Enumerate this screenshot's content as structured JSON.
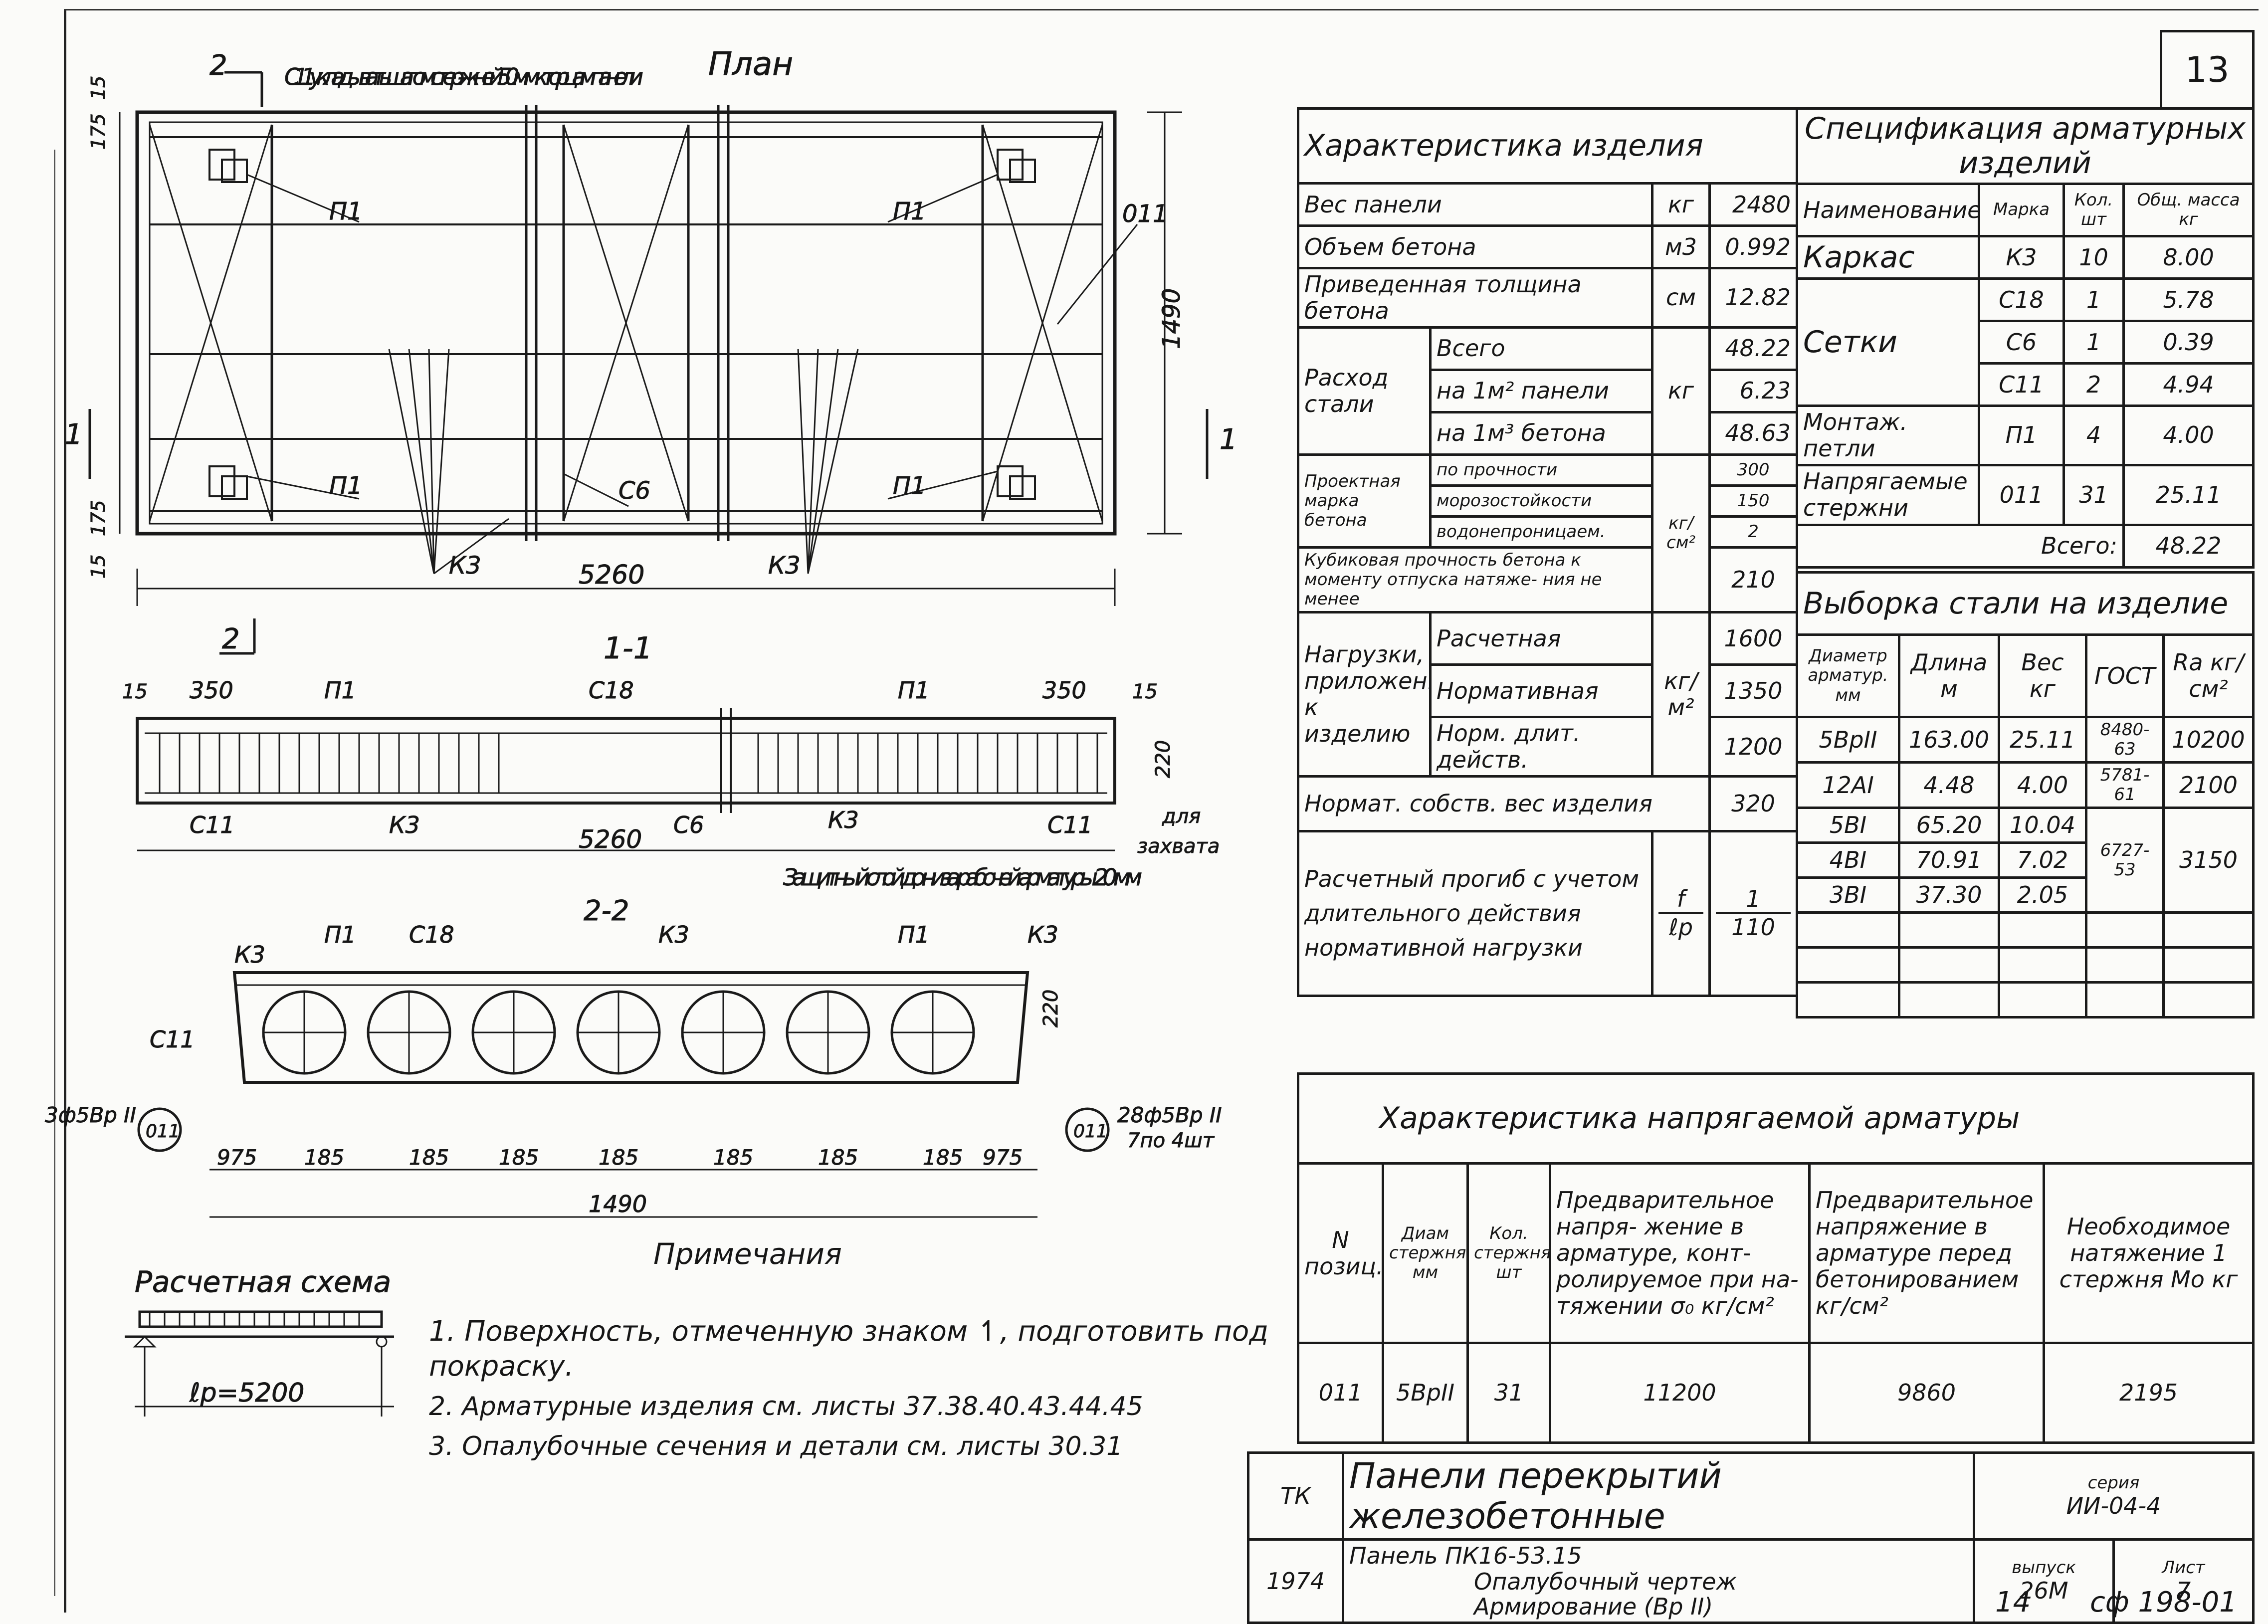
{
  "sheet": {
    "sheet_no": "13",
    "page_no": "14",
    "code": "сф 198-01"
  },
  "drawings": {
    "plan_title": "План",
    "plan_note": "С11 укладывать шагом стер- жней 50мм. к торцам панели",
    "section_label_1": "1",
    "section_label_2": "2",
    "dims": {
      "d15": "15",
      "d175": "175",
      "d1490": "1490",
      "d5260": "5260",
      "d350": "350",
      "d220": "220",
      "d185": "185",
      "d975": "975"
    },
    "marks": {
      "p1": "П1",
      "c6": "С6",
      "c11": "С11",
      "c18": "С18",
      "k3": "К3",
      "o11": "011"
    },
    "section_11": "1-1",
    "section_22": "2-2",
    "protect_note": "Защитный слой до низа рабочей арматуры 20 мм",
    "grip_note_1": "для",
    "grip_note_2": "захвата",
    "rebar_left": "3ф5Вр II",
    "rebar_right": "28ф5Вр II",
    "rebar_right_sub": "7по 4шт",
    "scheme_title": "Расчетная схема",
    "scheme_span": "ℓp=5200"
  },
  "notes": {
    "title": "Примечания",
    "items": [
      "1. Поверхность, отмеченную знаком ↿, подготовить под покраску.",
      "2. Арматурные изделия см. листы 37.38.40.43.44.45",
      "3. Опалубочные сечения и детали см. листы 30.31"
    ]
  },
  "characteristics": {
    "title": "Характеристика изделия",
    "rows": [
      {
        "name": "Вес панели",
        "unit": "кг",
        "value": "2480"
      },
      {
        "name": "Объем бетона",
        "unit": "м3",
        "value": "0.992"
      },
      {
        "name": "Приведенная толщина бетона",
        "unit": "см",
        "value": "12.82"
      }
    ],
    "steel": {
      "label": "Расход стали",
      "unit": "кг",
      "rows": [
        {
          "name": "Всего",
          "value": "48.22"
        },
        {
          "name": "на 1м² панели",
          "value": "6.23"
        },
        {
          "name": "на 1м³ бетона",
          "value": "48.63"
        }
      ]
    },
    "grade": {
      "label": "Проектная марка бетона",
      "unit": "кг/см²",
      "rows": [
        {
          "name": "по прочности",
          "value": "300"
        },
        {
          "name": "морозостойкости",
          "value": "150"
        },
        {
          "name": "водонепроницаем.",
          "value": "2"
        }
      ]
    },
    "cube": {
      "label": "Кубиковая прочность бетона к моменту отпуска натяже- ния не менее",
      "value": "210"
    },
    "loads": {
      "label": "Нагрузки, приложен. к изделию",
      "unit": "кг/м²",
      "rows": [
        {
          "name": "Расчетная",
          "value": "1600"
        },
        {
          "name": "Нормативная",
          "value": "1350"
        },
        {
          "name": "Норм. длит. действ.",
          "value": "1200"
        }
      ]
    },
    "self_weight": {
      "label": "Нормат. собств. вес изделия",
      "value": "320"
    },
    "deflection": {
      "label": "Расчетный прогиб с учетом длительного действия нормативной нагрузки",
      "unit_top": "f",
      "unit_bot": "ℓp",
      "value_top": "1",
      "value_bot": "110"
    }
  },
  "spec": {
    "title": "Спецификация арматурных изделий",
    "headers": [
      "Наименование",
      "Марка",
      "Кол. шт",
      "Общ. масса кг"
    ],
    "rows": [
      {
        "name": "Каркас",
        "mark": "К3",
        "qty": "10",
        "mass": "8.00"
      },
      {
        "name": "Сетки",
        "mark": "С18",
        "qty": "1",
        "mass": "5.78"
      },
      {
        "name": "",
        "mark": "С6",
        "qty": "1",
        "mass": "0.39"
      },
      {
        "name": "",
        "mark": "С11",
        "qty": "2",
        "mass": "4.94"
      },
      {
        "name": "Монтаж. петли",
        "mark": "П1",
        "qty": "4",
        "mass": "4.00"
      },
      {
        "name": "Напрягаемые стержни",
        "mark": "011",
        "qty": "31",
        "mass": "25.11"
      }
    ],
    "total_label": "Всего:",
    "total": "48.22"
  },
  "steel_sample": {
    "title": "Выборка стали на изделие",
    "headers": [
      "Диаметр арматур. мм",
      "Длина м",
      "Вес кг",
      "ГОСТ",
      "Ra кг/см²"
    ],
    "rows": [
      {
        "dia": "5ВрII",
        "len": "163.00",
        "w": "25.11",
        "gost": "8480-63",
        "ra": "10200"
      },
      {
        "dia": "12АI",
        "len": "4.48",
        "w": "4.00",
        "gost": "5781-61",
        "ra": "2100"
      },
      {
        "dia": "5ВI",
        "len": "65.20",
        "w": "10.04",
        "gost": "6727-53",
        "ra": "3150"
      },
      {
        "dia": "4ВI",
        "len": "70.91",
        "w": "7.02",
        "gost": "",
        "ra": ""
      },
      {
        "dia": "3ВI",
        "len": "37.30",
        "w": "2.05",
        "gost": "",
        "ra": ""
      }
    ]
  },
  "prestress": {
    "title": "Характеристика напрягаемой арматуры",
    "headers": [
      "N позиц.",
      "Диам стержня мм",
      "Кол. стержня шт",
      "Предварительное напря- жение в арматуре, конт- ролируемое при на- тяжении σ₀ кг/см²",
      "Предварительное напряжение в арматуре перед бетонированием кг/см²",
      "Необходимое натяжение 1 стержня Mo кг"
    ],
    "row": {
      "pos": "011",
      "dia": "5ВрII",
      "qty": "31",
      "s0": "11200",
      "s1": "9860",
      "force": "2195"
    }
  },
  "title_block": {
    "org": "ТК",
    "year": "1974",
    "name": "Панели перекрытий железобетонные",
    "panel": "Панель ПК16-53.15",
    "desc_1": "Опалубочный чертеж",
    "desc_2": "Армирование (Вр II)",
    "series_label": "серия",
    "series": "ИИ-04-4",
    "issue_label": "выпуск",
    "issue": "26М",
    "sheet_label": "Лист",
    "sheet": "7"
  }
}
